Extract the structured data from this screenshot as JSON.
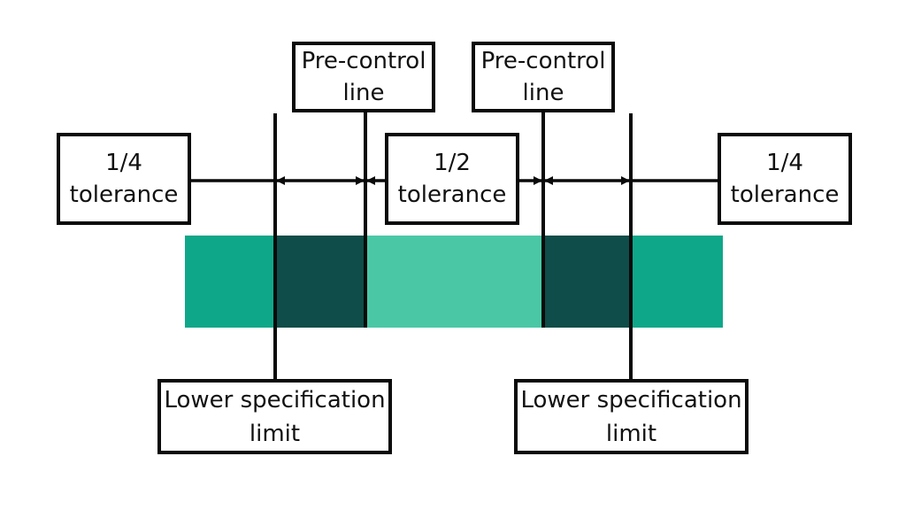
{
  "labels": {
    "tolerance_left": [
      "1/4",
      "tolerance"
    ],
    "tolerance_mid": [
      "1/2",
      "tolerance"
    ],
    "tolerance_right": [
      "1/4",
      "tolerance"
    ],
    "pre_control_left": [
      "Pre-control",
      "line"
    ],
    "pre_control_right": [
      "Pre-control",
      "line"
    ],
    "spec_limit_left": [
      "Lower specification",
      "limit"
    ],
    "spec_limit_right": [
      "Lower specification",
      "limit"
    ]
  },
  "colors": {
    "outer_zone": "#0FA789",
    "pre_control_zone": "#0E4D49",
    "center_zone": "#4AC8A6",
    "line": "#0a0a0a"
  }
}
